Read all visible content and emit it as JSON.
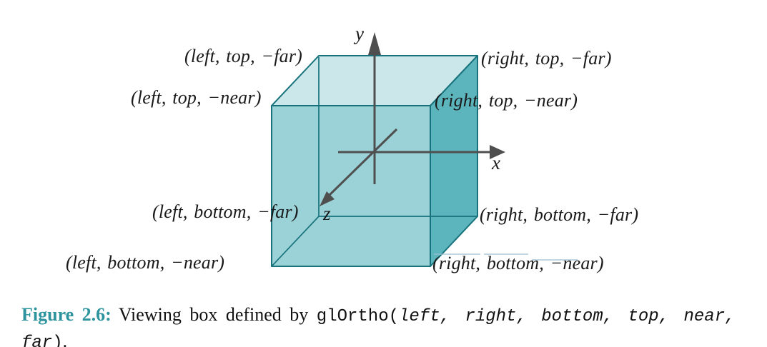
{
  "figure": {
    "corner_labels": {
      "left_top_far": "(left, top, −far)",
      "left_top_near": "(left, top, −near)",
      "right_top_far": "(right, top, −far)",
      "right_top_near": "(right, top, −near)",
      "left_bottom_far": "(left, bottom, −far)",
      "left_bottom_near": "(left, bottom, −near)",
      "right_bottom_far": "(right, bottom, −far)",
      "right_bottom_near": "(right, bottom, −near)"
    },
    "axis_labels": {
      "x": "x",
      "y": "y",
      "z": "z"
    },
    "colors": {
      "cube_top_face": "#cbe7ea",
      "cube_front_face": "#9bd2d7",
      "cube_right_face": "#5cb5bd",
      "cube_edge": "#17727c",
      "axis": "#4f4f4f",
      "caption_accent": "#2d939c",
      "background": "#ffffff"
    }
  },
  "caption": {
    "label": "Figure 2.6:",
    "body": "Viewing box defined by",
    "code": "glOrtho",
    "args_open": "(",
    "args": "left, right, bottom, top, near, far",
    "args_close": ")",
    "period": "."
  }
}
